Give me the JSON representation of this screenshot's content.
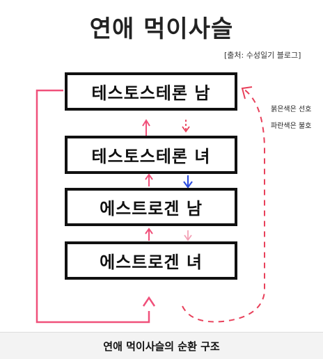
{
  "title": "연애 먹이사슬",
  "source": "[출처: 수성일기 블로그]",
  "boxes": [
    {
      "label": "테스토스테론 남"
    },
    {
      "label": "테스토스테론 녀"
    },
    {
      "label": "에스트로겐 남"
    },
    {
      "label": "에스트로겐 녀"
    }
  ],
  "legend": {
    "red": "붉은색은 선호",
    "blue": "파란색은 불호"
  },
  "caption": "연애 먹이사슬의 순환 구조",
  "colors": {
    "preference": "#f0507a",
    "dislike": "#2f4fe0",
    "dashed": "#e8405a"
  }
}
